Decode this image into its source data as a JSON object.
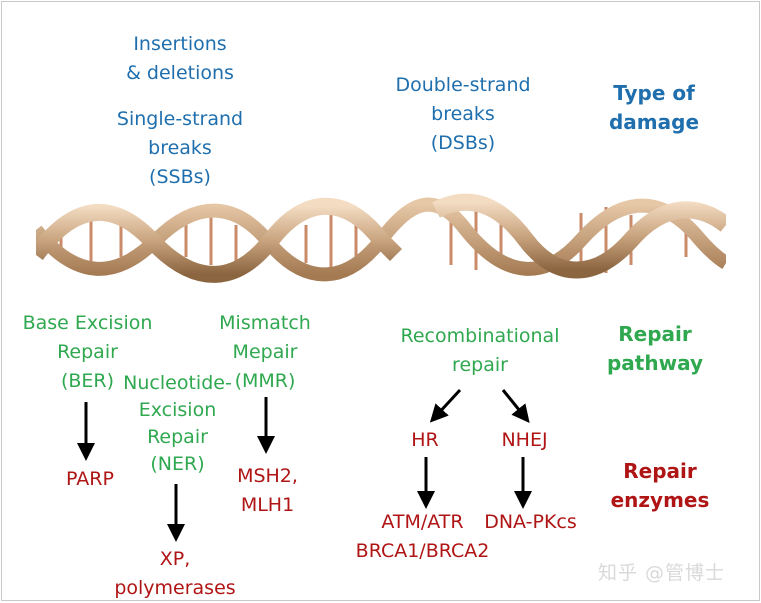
{
  "damage": {
    "indels": "Insertions\n& deletions",
    "ssb": "Single-strand\nbreaks\n(SSBs)",
    "dsb": "Double-strand\nbreaks\n(DSBs)",
    "row_label": "Type of\ndamage"
  },
  "pathway": {
    "ber": "Base Excision\nRepair\n(BER)",
    "ner": "Nucleotide-\nExcision\nRepair\n(NER)",
    "mmr": "Mismatch\nMepair\n(MMR)",
    "recomb": "Recombinational\nrepair",
    "hr": "HR",
    "nhej": "NHEJ",
    "row_label": "Repair\npathway"
  },
  "enzymes": {
    "parp": "PARP",
    "xp": "XP,\npolymerases",
    "msh": "MSH2,\nMLH1",
    "atm": "ATM/ATR\nBRCA1/BRCA2",
    "dnapk": "DNA-PKcs",
    "row_label": "Repair\nenzymes"
  },
  "watermark": "知乎 @管博士",
  "colors": {
    "damage": "#1f6fae",
    "pathway": "#2fa84f",
    "enzyme": "#b01515",
    "helix": "#c9a47f"
  }
}
